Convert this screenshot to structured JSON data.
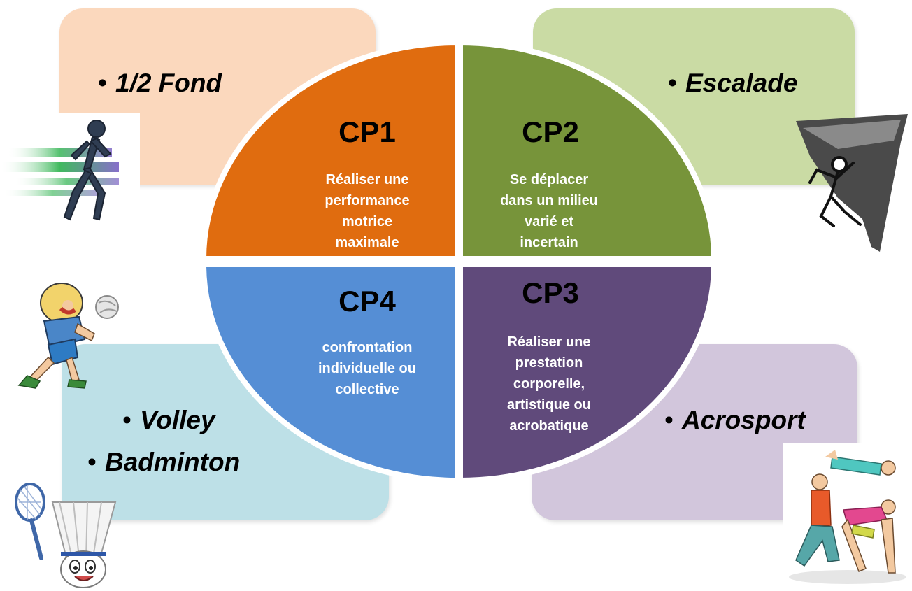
{
  "sectors": [
    {
      "id": "cp1",
      "title": "CP1",
      "color": "#e06c0f",
      "desc": [
        "Réaliser une",
        "performance",
        "motrice",
        "maximale"
      ]
    },
    {
      "id": "cp2",
      "title": "CP2",
      "color": "#77943a",
      "desc": [
        "Se déplacer",
        "dans un milieu",
        "varié et",
        "incertain"
      ]
    },
    {
      "id": "cp3",
      "title": "CP3",
      "color": "#604a7b",
      "desc": [
        "Réaliser une",
        "prestation",
        "corporelle,",
        "artistique ou",
        "acrobatique"
      ]
    },
    {
      "id": "cp4",
      "title": "CP4",
      "color": "#558ed5",
      "desc": [
        "confrontation",
        "individuelle ou",
        "collective"
      ]
    }
  ],
  "activities": {
    "top_left": [
      "1/2 Fond"
    ],
    "top_right": [
      "Escalade"
    ],
    "bottom_left": [
      "Volley",
      "Badminton"
    ],
    "bottom_right": [
      "Acrosport"
    ]
  },
  "bullet_char": "•",
  "box_colors": {
    "top_left": "#fbd8bd",
    "top_right": "#cadba4",
    "bottom_left": "#bde0e7",
    "bottom_right": "#d2c6dc"
  },
  "icons": {
    "runner": "runner-icon",
    "climber": "climber-icon",
    "volleyball_player": "volleyball-player-icon",
    "shuttlecock": "shuttlecock-mascot-icon",
    "acrosport": "acrosport-pyramid-icon"
  }
}
